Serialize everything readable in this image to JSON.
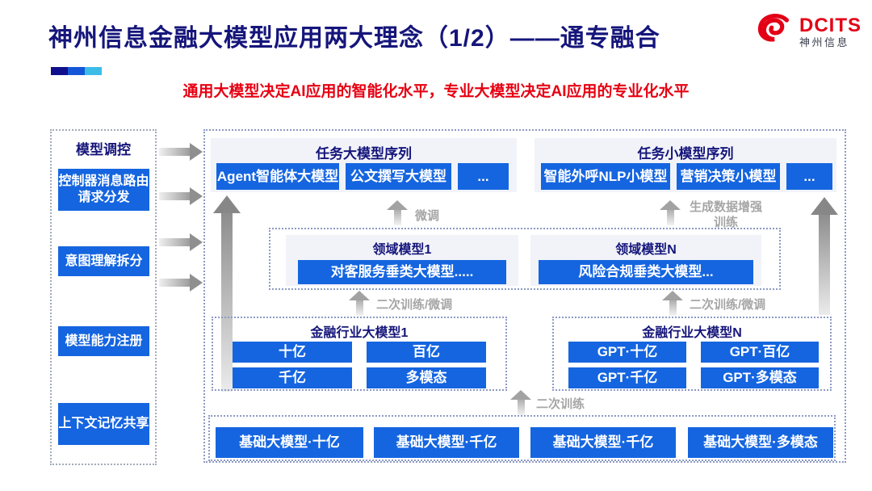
{
  "page": {
    "title": "神州信息金融大模型应用两大理念（1/2）——通专融合",
    "subtitle": "通用大模型决定AI应用的智能化水平，专业大模型决定AI应用的专业化水平"
  },
  "logo": {
    "brand": "DCITS",
    "brand_cn": "神州信息"
  },
  "colors": {
    "title_navy": "#15157B",
    "button_blue": "#1565E0",
    "subtitle_red": "#E60012",
    "logo_red": "#E30016",
    "label_gray": "#A6A6A6",
    "panel_bg": "#F1F3F9",
    "accent_bar": [
      "#10108C",
      "#1456D8",
      "#3DBCE8"
    ]
  },
  "sidebar": {
    "title": "模型调控",
    "items": [
      "控制器消息路由请求分发",
      "意图理解拆分",
      "模型能力注册",
      "上下文记忆共享"
    ]
  },
  "diagram": {
    "task_large": {
      "title": "任务大模型序列",
      "buttons": [
        "Agent智能体大模型",
        "公文撰写大模型",
        "..."
      ]
    },
    "task_small": {
      "title": "任务小模型序列",
      "buttons": [
        "智能外呼NLP小模型",
        "营销决策小模型",
        "..."
      ]
    },
    "domain_models": [
      {
        "title": "领域模型1",
        "button": "对客服务垂类大模型....."
      },
      {
        "title": "领域模型N",
        "button": "风险合规垂类大模型..."
      }
    ],
    "industry_models": [
      {
        "title": "金融行业大模型1",
        "buttons": [
          "十亿",
          "百亿",
          "千亿",
          "多模态"
        ]
      },
      {
        "title": "金融行业大模型N",
        "buttons": [
          "GPT·十亿",
          "GPT·百亿",
          "GPT·千亿",
          "GPT·多模态"
        ]
      }
    ],
    "base_models": [
      "基础大模型·十亿",
      "基础大模型·千亿",
      "基础大模型·千亿",
      "基础大模型·多模态"
    ],
    "labels": {
      "fine_tune": "微调",
      "gen_data": "生成数据增强训练",
      "second_train_left": "二次训练/微调",
      "second_train_right": "二次训练/微调",
      "second_train": "二次训练"
    }
  }
}
